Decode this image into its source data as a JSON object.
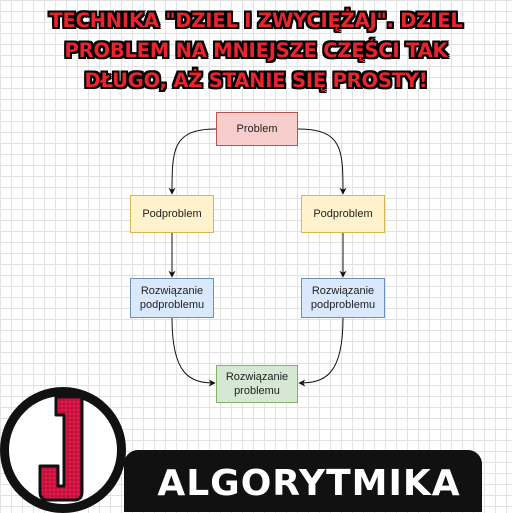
{
  "headline": {
    "lines": [
      "TECHNIKA \"DZIEL I ZWYCIĘŻAJ\". DZIEL",
      "PROBLEM NA MNIEJSZE CZĘŚCI TAK",
      "DŁUGO, AŻ STANIE SIĘ PROSTY!"
    ]
  },
  "diagram": {
    "problem": "Problem",
    "subproblem_left": "Podproblem",
    "subproblem_right": "Podproblem",
    "solution_left": "Rozwiązanie podproblemu",
    "solution_right": "Rozwiązanie podproblemu",
    "final_solution": "Rozwiązanie problemu"
  },
  "brand": {
    "name": "ALGORYTMIKA",
    "logo_icon": "pixel-letter-j-icon"
  },
  "colors": {
    "headline": "#e8242c",
    "problem_fill": "#f8cecc",
    "subproblem_fill": "#fff2cc",
    "solution_fill": "#dae8fc",
    "final_fill": "#d5e8d4",
    "logo": "#e8184a"
  }
}
